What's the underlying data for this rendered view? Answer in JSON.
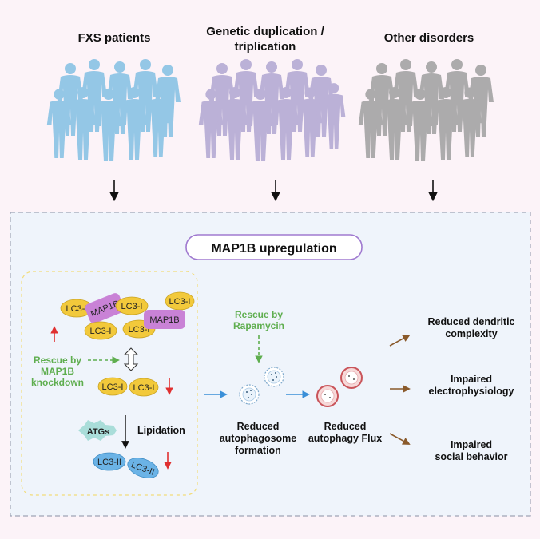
{
  "groups": [
    {
      "title": "FXS patients",
      "color": "#8fc5e6"
    },
    {
      "title_line1": "Genetic duplication /",
      "title_line2": "triplication",
      "color": "#b8aed6"
    },
    {
      "title": "Other disorders",
      "color": "#a8a8a8"
    }
  ],
  "panel": {
    "banner": "MAP1B upregulation",
    "molecules": {
      "lc3_i": "LC3-I",
      "map1b": "MAP1B",
      "lc3_ii": "LC3-II",
      "atgs": "ATGs"
    },
    "lipidation": "Lipidation",
    "rescue_map1b": [
      "Rescue by",
      "MAP1B",
      "knockdown"
    ],
    "rescue_rapamycin": [
      "Rescue by",
      "Rapamycin"
    ],
    "autophagosome": [
      "Reduced",
      "autophagosome",
      "formation"
    ],
    "flux": [
      "Reduced",
      "autophagy Flux"
    ],
    "outcomes": [
      [
        "Reduced dendritic",
        "complexity"
      ],
      [
        "Impaired",
        "electrophysiology"
      ],
      [
        "Impaired",
        "social behavior"
      ]
    ]
  },
  "colors": {
    "lc3_yellow": "#f2c93b",
    "map1b_purple": "#c982d6",
    "lc3ii_blue": "#6bb3e6",
    "atg_teal": "#a9ddd9",
    "rescue_green": "#5fae4f",
    "up_red": "#e03030",
    "outcome_brown": "#8a5a2b",
    "flow_blue": "#3a8fd8"
  }
}
